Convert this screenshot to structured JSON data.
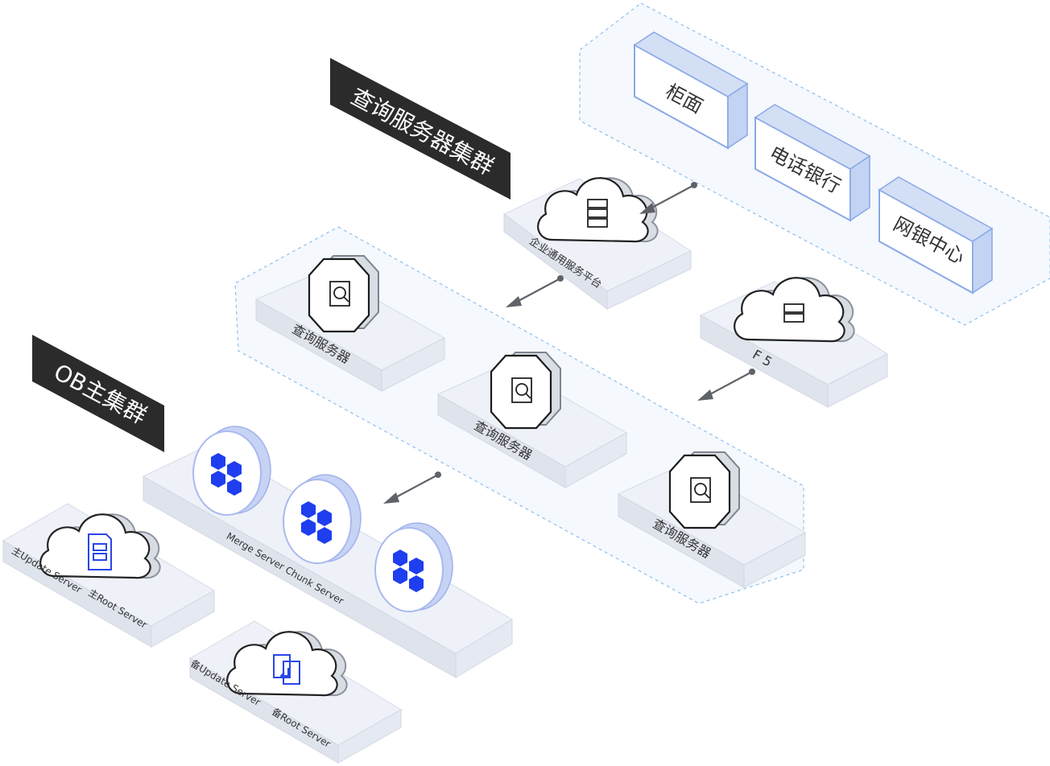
{
  "clusters": {
    "query_cluster_title": "查询服务器集群",
    "ob_cluster_title": "OB主集群"
  },
  "channels": {
    "counter": "柜面",
    "phone_bank": "电话银行",
    "online_bank": "网银中心"
  },
  "nodes": {
    "enterprise_platform": "企业通用服务平台",
    "f5": "F 5",
    "query_server_1": "查询服务器",
    "query_server_2": "查询服务器",
    "query_server_3": "查询服务器",
    "merge_chunk": "Merge Server Chunk Server",
    "master_update": "主Update Server",
    "master_root": "主Root Server",
    "backup_update": "备Update Server",
    "backup_root": "备Root Server"
  },
  "icons": {
    "cloud": "cloud-server-icon",
    "shield": "document-search-icon",
    "disc": "cube-cluster-icon"
  },
  "colors": {
    "banner": "#2b2b2b",
    "accent_blue": "#1e3ef0",
    "zone_border": "#8ec0ec"
  }
}
